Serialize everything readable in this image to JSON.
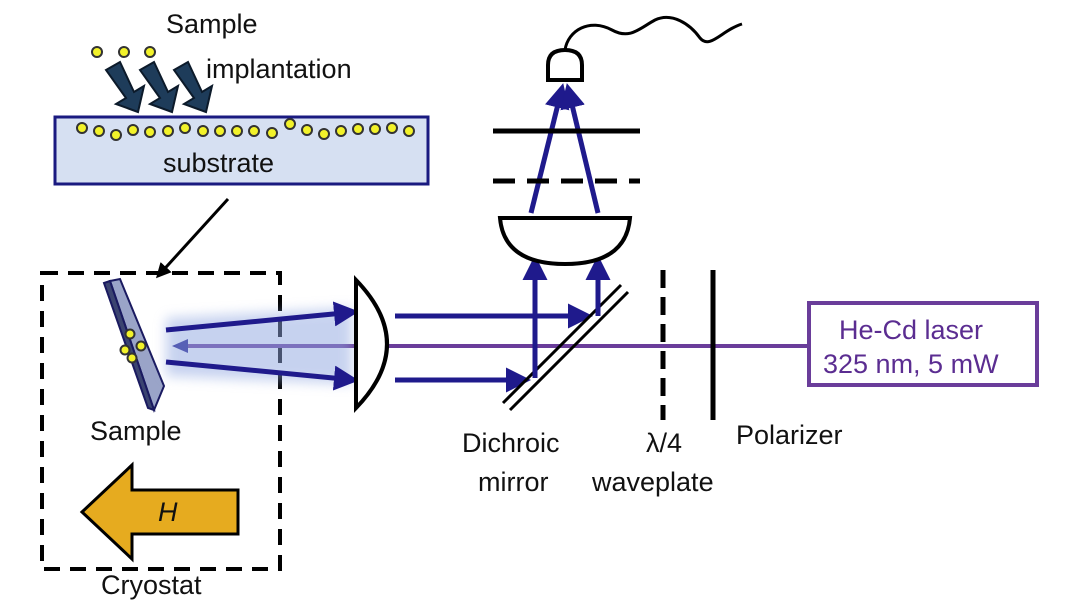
{
  "labels": {
    "sample_implantation_line1": "Sample",
    "sample_implantation_line2": "implantation",
    "substrate": "substrate",
    "sample": "Sample",
    "cryostat": "Cryostat",
    "field": "H",
    "dichroic_line1": "Dichroic",
    "dichroic_line2": "mirror",
    "waveplate_line1": "λ/4",
    "waveplate_line2": "waveplate",
    "polarizer": "Polarizer",
    "laser_line1": "He-Cd laser",
    "laser_line2": "325 nm, 5 mW"
  },
  "colors": {
    "beam": "#1f1a8c",
    "laser": "#6a3d9a",
    "substrate_fill": "#d6e0f2",
    "substrate_border": "#1a1a80",
    "arrow_fill": "#e6ab1f",
    "dot_fill": "#f2f22a",
    "implant_arrow": "#1e3c5a",
    "glow": "#8fa6e0"
  },
  "icons": {
    "detector": "photodetector-icon",
    "field_arrow": "magnetic-field-arrow-icon",
    "implantation": "ion-implantation-arrows-icon"
  }
}
